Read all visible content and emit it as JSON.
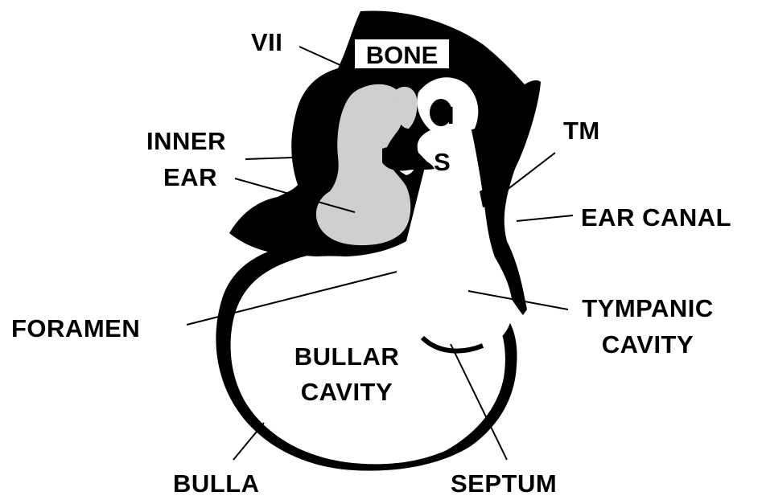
{
  "labels": {
    "vii": "VII",
    "bone": "BONE",
    "incus": "I",
    "stapes": "S",
    "tm": "TM",
    "inner_ear_line1": "INNER",
    "inner_ear_line2": "EAR",
    "ear_canal": "EAR CANAL",
    "foramen": "FORAMEN",
    "tympanic_line1": "TYMPANIC",
    "tympanic_line2": "CAVITY",
    "bullar_line1": "BULLAR",
    "bullar_line2": "CAVITY",
    "bulla": "BULLA",
    "septum": "SEPTUM"
  },
  "colors": {
    "bone": "#000000",
    "inner_ear": "#cfcfcf",
    "cavity": "#ffffff"
  }
}
